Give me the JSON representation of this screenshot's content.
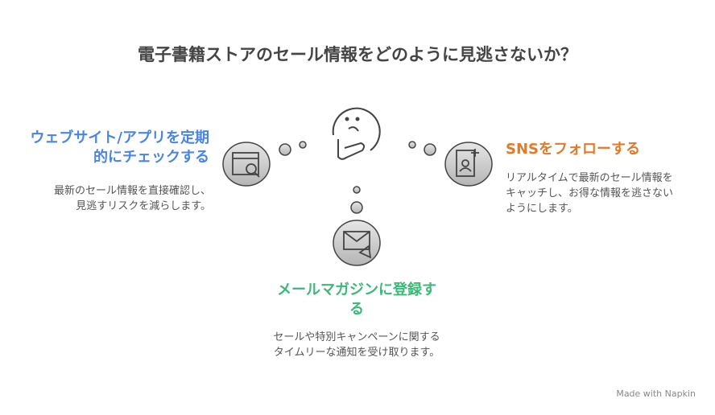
{
  "title": "電子書籍ストアのセール情報をどのように見逃さないか？",
  "items": [
    {
      "heading": "ウェブサイト/アプリを定期的にチェックする",
      "desc": "最新のセール情報を直接確認し、見逃すリスクを減らします。",
      "color": "#4a86e0",
      "icon": "website-search-icon"
    },
    {
      "heading": "SNSをフォローする",
      "desc": "リアルタイムで最新のセール情報をキャッチし、お得な情報を逃さないようにします。",
      "color": "#e07b2a",
      "icon": "add-contact-icon"
    },
    {
      "heading": "メールマガジンに登録する",
      "desc": "セールや特別キャンペーンに関するタイムリーな通知を受け取ります。",
      "color": "#3cb878",
      "icon": "mail-megaphone-icon"
    }
  ],
  "watermark": "Made with Napkin"
}
